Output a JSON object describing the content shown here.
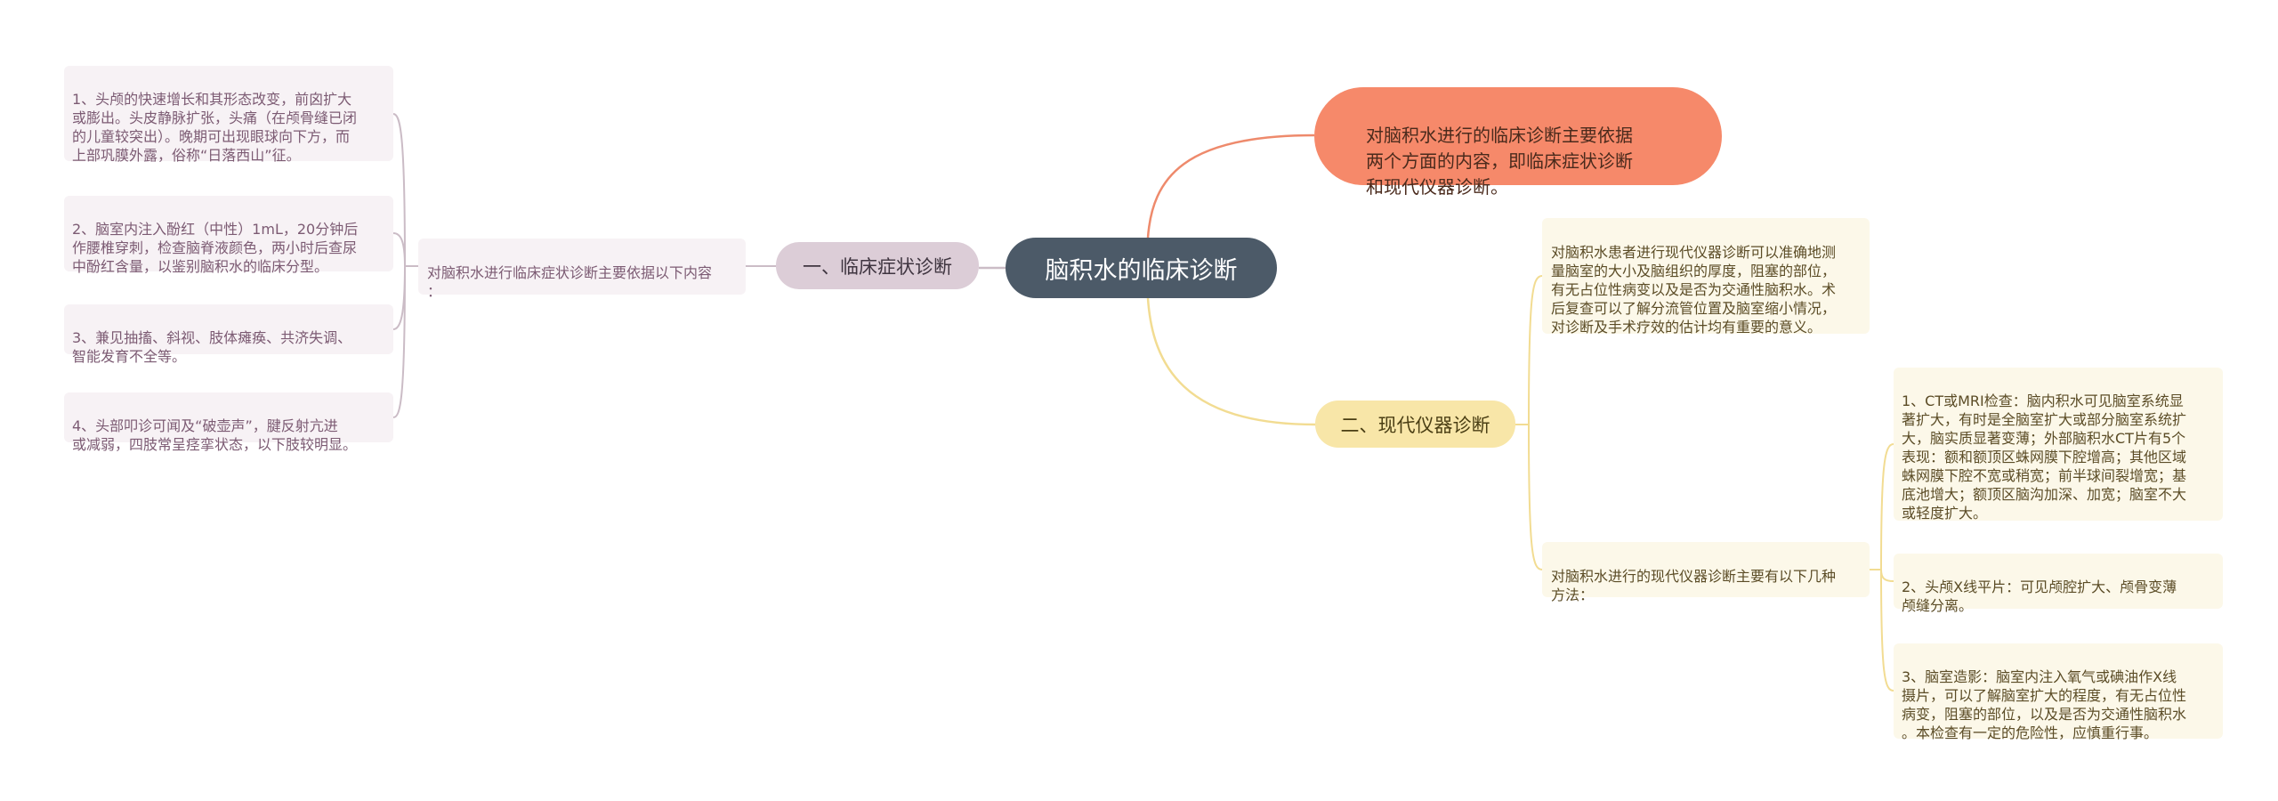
{
  "root": {
    "label": "脑积水的临床诊断"
  },
  "branch_top": {
    "text": "对脑积水进行的临床诊断主要依据\n两个方面的内容，即临床症状诊断\n和现代仪器诊断。"
  },
  "branch_left": {
    "label": "一、临床症状诊断",
    "sub": "对脑积水进行临床症状诊断主要依据以下内容\n：",
    "items": [
      "1、头颅的快速增长和其形态改变，前囟扩大\n或膨出。头皮静脉扩张，头痛（在颅骨缝已闭\n的儿童较突出）。晚期可出现眼球向下方，而\n上部巩膜外露，俗称“日落西山”征。",
      "2、脑室内注入酚红（中性）1mL，20分钟后\n作腰椎穿刺，检查脑脊液颜色，两小时后查尿\n中酚红含量，以鉴别脑积水的临床分型。",
      "3、兼见抽搐、斜视、肢体瘫痪、共济失调、\n智能发育不全等。",
      "4、头部叩诊可闻及“破壶声”，腱反射亢进\n或减弱，四肢常呈痉挛状态，以下肢较明显。"
    ]
  },
  "branch_right": {
    "label": "二、现代仪器诊断",
    "sub1": "对脑积水患者进行现代仪器诊断可以准确地测\n量脑室的大小及脑组织的厚度，阻塞的部位，\n有无占位性病变以及是否为交通性脑积水。术\n后复查可以了解分流管位置及脑室缩小情况，\n对诊断及手术疗效的估计均有重要的意义。",
    "sub2": "对脑积水进行的现代仪器诊断主要有以下几种\n方法：",
    "items": [
      "1、CT或MRI检查：脑内积水可见脑室系统显\n著扩大，有时是全脑室扩大或部分脑室系统扩\n大，脑实质显著变薄；外部脑积水CT片有5个\n表现：额和额顶区蛛网膜下腔增高；其他区域\n蛛网膜下腔不宽或稍宽；前半球间裂增宽；基\n底池增大；额顶区脑沟加深、加宽；脑室不大\n或轻度扩大。",
      "2、头颅X线平片：可见颅腔扩大、颅骨变薄\n颅缝分离。",
      "3、脑室造影：脑室内注入氧气或碘油作X线\n摄片，可以了解脑室扩大的程度，有无占位性\n病变，阻塞的部位，以及是否为交通性脑积水\n。本检查有一定的危险性，应慎重行事。"
    ]
  },
  "colors": {
    "root": "#4c5a68",
    "branch_top": "#f6896a",
    "branch_left": "#dccdd7",
    "branch_right": "#f8e6a8"
  }
}
